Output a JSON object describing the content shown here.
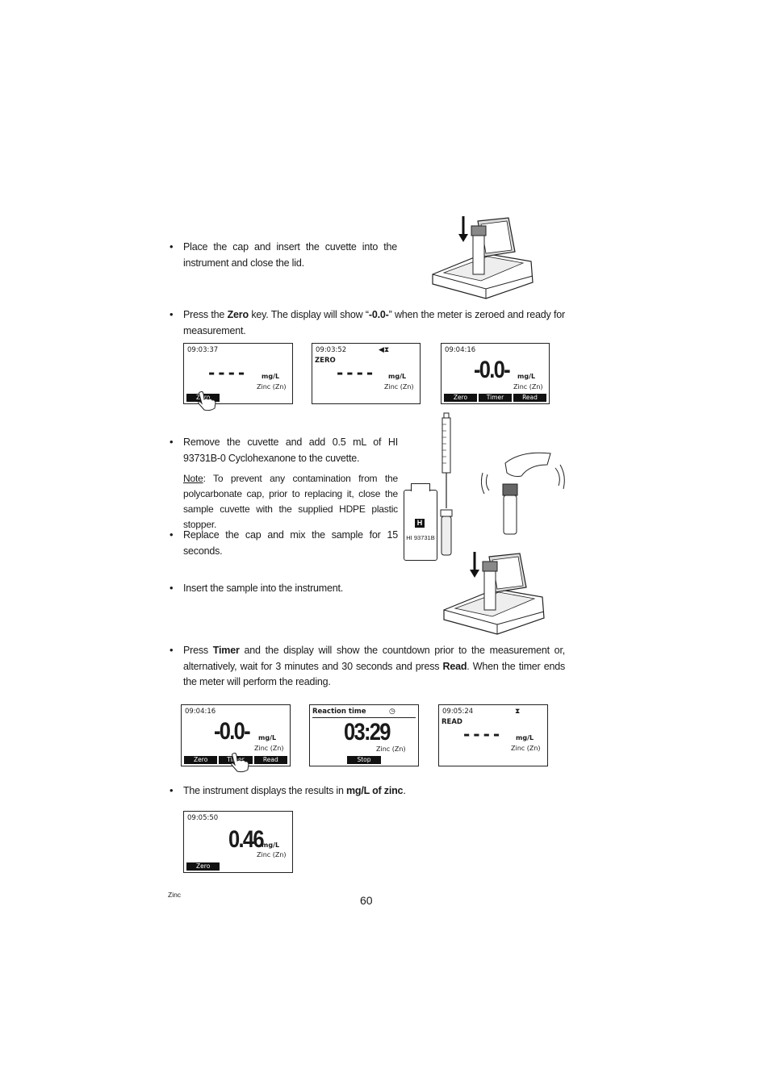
{
  "steps": {
    "s1": "Place the cap and insert the cuvette into the instrument and close the lid.",
    "s2_pre": "Press the ",
    "s2_key": "Zero",
    "s2_mid": " key. The display will show “",
    "s2_val": "-0.0-",
    "s2_post": "” when the meter is zeroed and ready for measurement.",
    "s3": "Remove the cuvette and add 0.5 mL of HI 93731B-0 Cyclohexanone to the cuvette.",
    "note_label": "Note",
    "note_text": ": To prevent any contamination from the polycarbonate cap, prior to replacing it, close the sample cuvette with the supplied HDPE plastic stopper.",
    "s4": "Replace the cap and mix the sample for 15 seconds.",
    "s5": "Insert the sample into the instrument.",
    "s6_a": "Press ",
    "s6_key1": "Timer",
    "s6_b": " and the display will show the countdown prior to the measurement or, alternatively, wait for 3 minutes and 30 seconds and press ",
    "s6_key2": "Read",
    "s6_c": ". When the timer ends the meter will perform the reading.",
    "s7_a": "The instrument displays the results in ",
    "s7_b": "mg/L of zinc",
    "s7_c": "."
  },
  "bottle_label": "HI 93731B",
  "bottle_logo": "H",
  "displays": {
    "d1": {
      "time": "09:03:37",
      "value": "----",
      "unit": "mg/L",
      "param": "Zinc (Zn)",
      "keys": [
        "Zero",
        "",
        ""
      ]
    },
    "d2": {
      "time": "09:03:52",
      "status": "ZERO",
      "value": "----",
      "unit": "mg/L",
      "param": "Zinc (Zn)"
    },
    "d3": {
      "time": "09:04:16",
      "value": "-0.0-",
      "unit": "mg/L",
      "param": "Zinc (Zn)",
      "keys": [
        "Zero",
        "Timer",
        "Read"
      ]
    },
    "d4": {
      "time": "09:04:16",
      "value": "-0.0-",
      "unit": "mg/L",
      "param": "Zinc (Zn)",
      "keys": [
        "Zero",
        "Timer",
        "Read"
      ]
    },
    "d5": {
      "title": "Reaction time",
      "value": "03:29",
      "param": "Zinc (Zn)",
      "key": "Stop"
    },
    "d6": {
      "time": "09:05:24",
      "status": "READ",
      "value": "----",
      "unit": "mg/L",
      "param": "Zinc (Zn)"
    },
    "d7": {
      "time": "09:05:50",
      "value": "0.46",
      "unit": "mg/L",
      "param": "Zinc (Zn)",
      "keys": [
        "Zero",
        "",
        ""
      ]
    }
  },
  "footer": {
    "section": "Zinc",
    "page": "60"
  }
}
